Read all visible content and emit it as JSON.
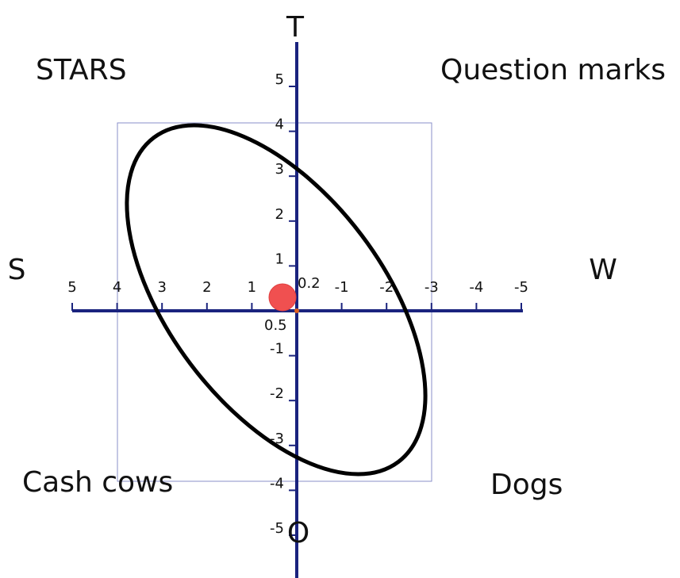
{
  "diagram": {
    "axes": {
      "top": "T",
      "bottom": "O",
      "left": "S",
      "right": "W"
    },
    "quadrants": {
      "top_left": "STARS",
      "top_right": "Question marks",
      "bottom_left": "Cash cows",
      "bottom_right": "Dogs"
    },
    "x_ticks": [
      "5",
      "4",
      "3",
      "2",
      "1",
      "-1",
      "-2",
      "-3",
      "-4",
      "-5"
    ],
    "y_ticks": [
      "5",
      "4",
      "3",
      "2",
      "1",
      "-1",
      "-2",
      "-3",
      "-4",
      "-5"
    ],
    "point": {
      "x": 0.5,
      "y": 0.2,
      "x_label": "0.5",
      "y_label": "0.2",
      "color": "#f05050"
    },
    "colors": {
      "axis": "#1a237e",
      "ellipse": "#000000",
      "rect": "#8a8fc9"
    }
  }
}
